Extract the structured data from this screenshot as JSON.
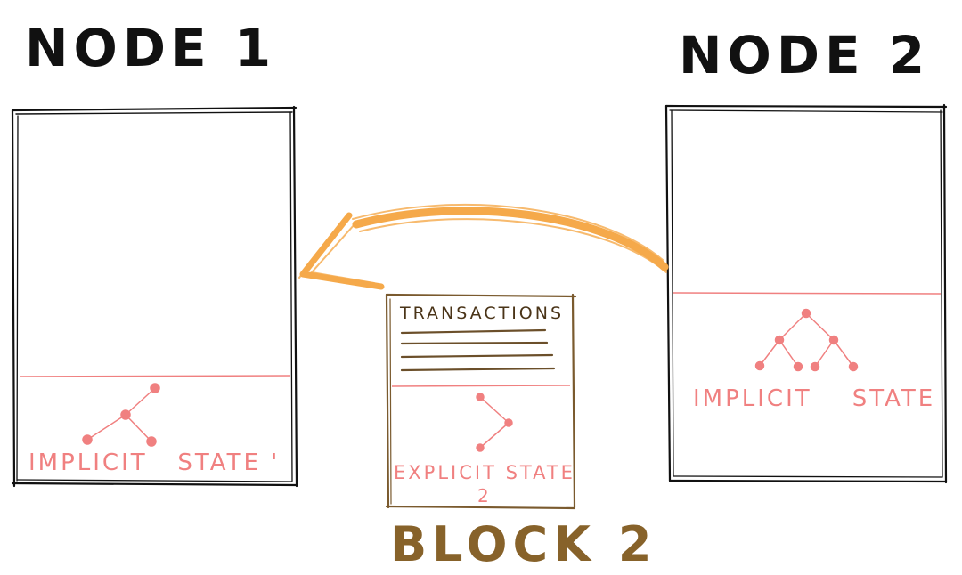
{
  "nodes": [
    {
      "title": "NODE 1",
      "state_label": "IMPLICIT   STATE '"
    },
    {
      "title": "NODE 2",
      "state_label": "IMPLICIT    STATE"
    }
  ],
  "block": {
    "title": "BLOCK 2",
    "transactions_label": "TRANSACTIONS",
    "state_label_line1": "EXPLICIT STATE",
    "state_label_line2": "2"
  },
  "colors": {
    "ink": "#111111",
    "state_pink": "#f08080",
    "block_brown": "#7a5a2e",
    "block_title": "#87622a",
    "arrow_orange": "#f5a94a"
  }
}
